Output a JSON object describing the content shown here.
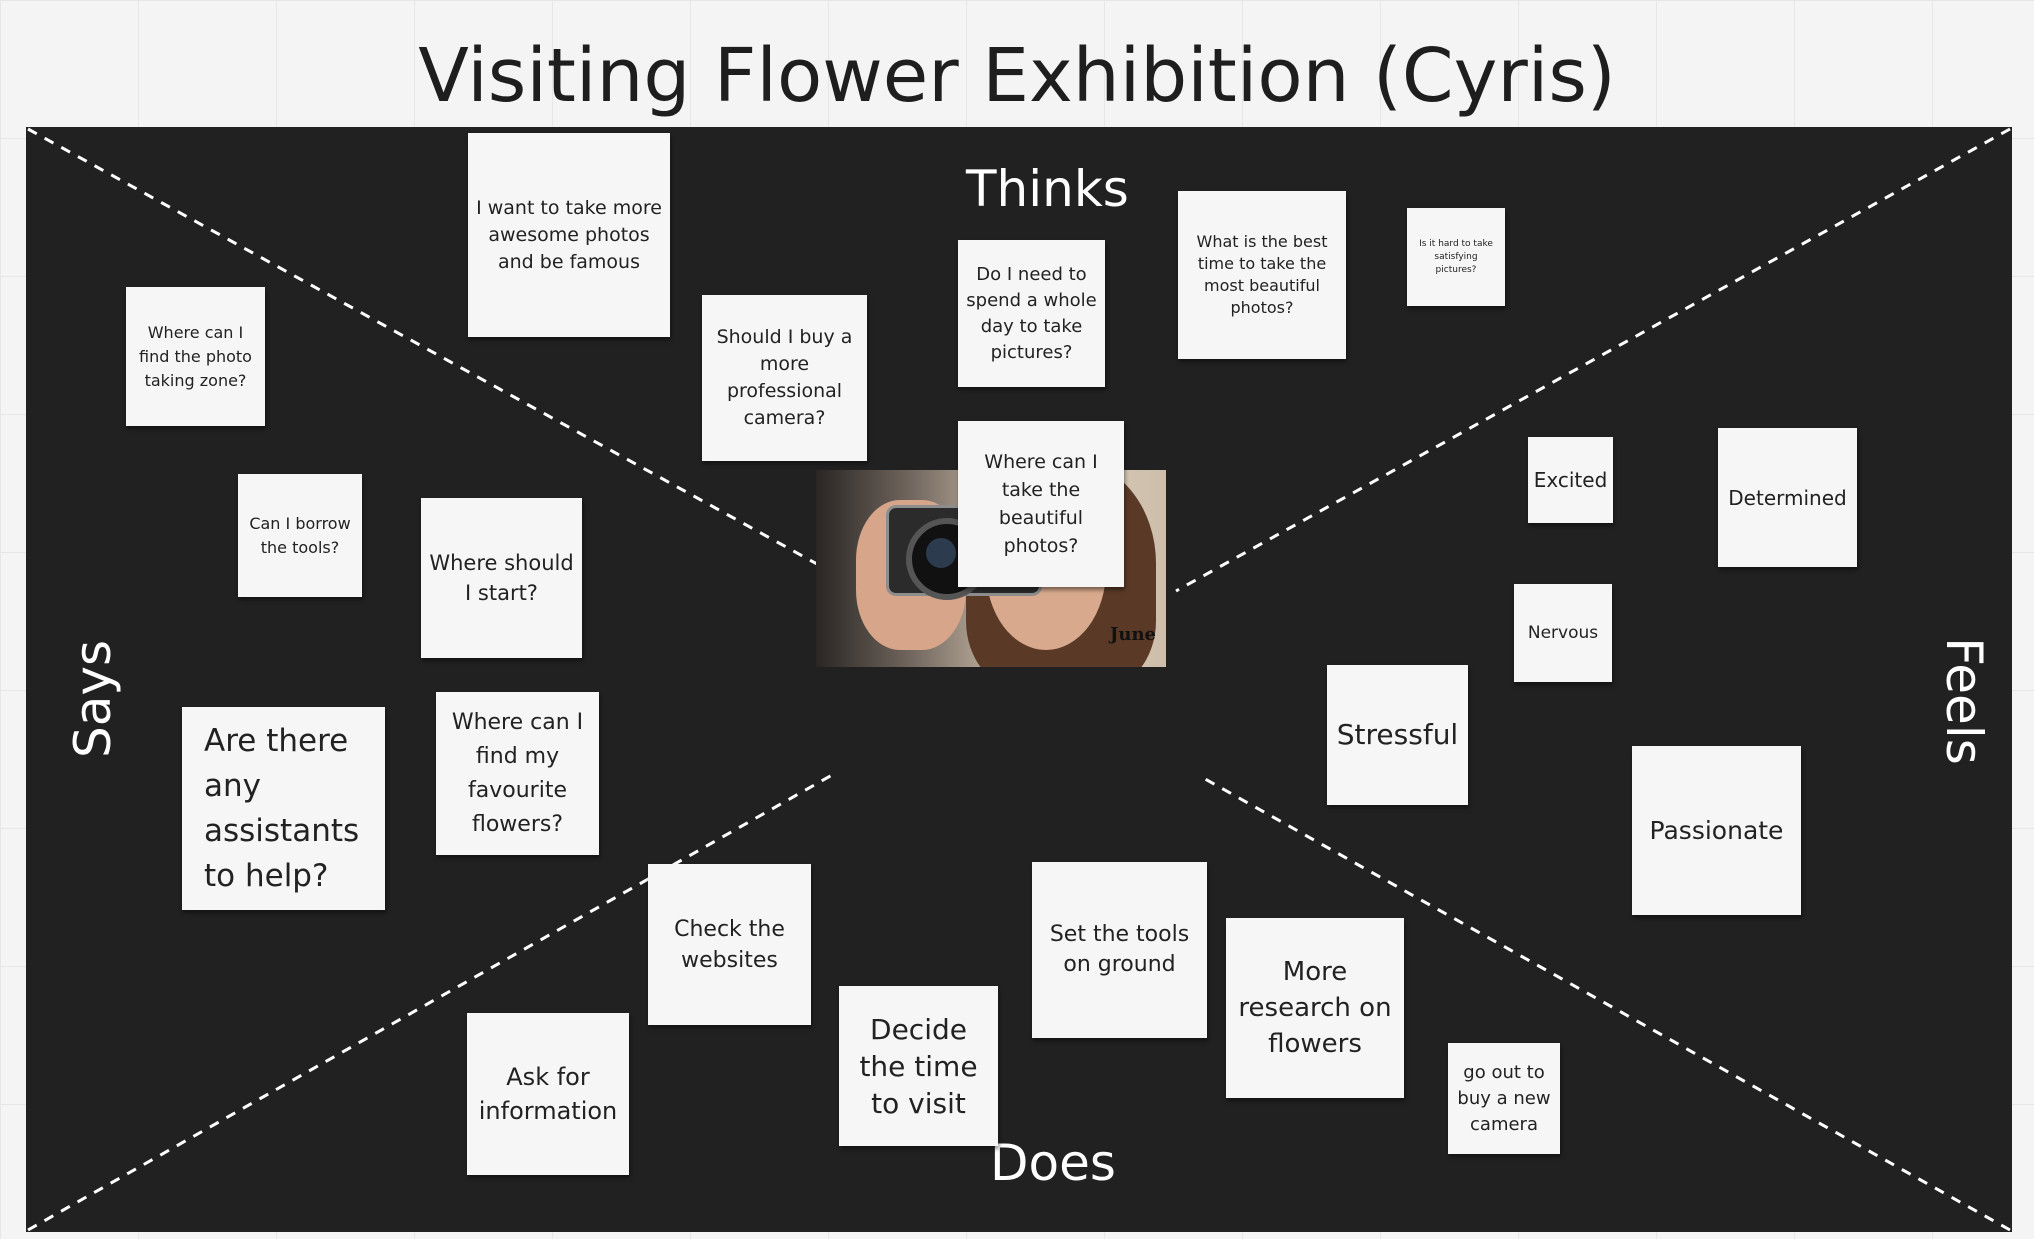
{
  "title": "Visiting Flower Exhibition (Cyris)",
  "quadrants": {
    "thinks": "Thinks",
    "says": "Says",
    "feels": "Feels",
    "does": "Does"
  },
  "photo": {
    "signature": "June"
  },
  "notes": {
    "want_photos": "I want to take more awesome photos and be famous",
    "where_photo_zone": "Where can I find the photo taking zone?",
    "buy_camera": "Should I buy a more professional camera?",
    "whole_day": "Do I need to spend a whole day to take pictures?",
    "best_time": "What is the best time to take the most beautiful photos?",
    "hard_to_take": "Is it hard to take satisfying pictures?",
    "where_beautiful": "Where can I take the beautiful photos?",
    "borrow_tools": "Can I borrow the tools?",
    "where_start": "Where should I start?",
    "favourite_flowers": "Where can I find my favourite flowers?",
    "assistants": "Are there any assistants to help?",
    "excited": "Excited",
    "determined": "Determined",
    "nervous": "Nervous",
    "stressful": "Stressful",
    "passionate": "Passionate",
    "check_websites": "Check the websites",
    "set_tools": "Set the tools on ground",
    "more_research": "More research on flowers",
    "decide_time": "Decide the time to visit",
    "ask_info": "Ask for information",
    "go_out_buy": "go out to buy a new camera"
  }
}
